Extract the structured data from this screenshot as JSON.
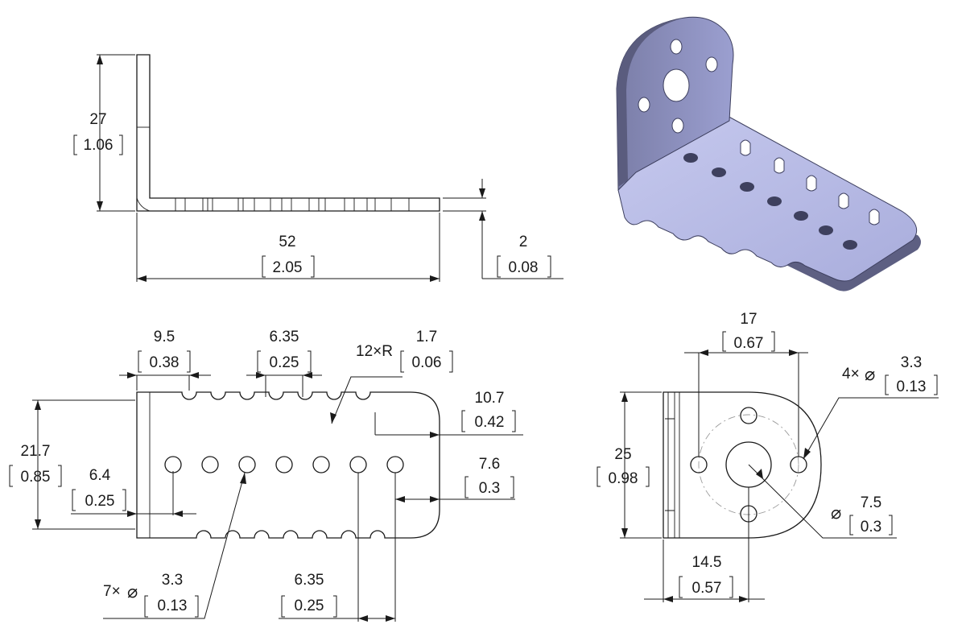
{
  "side_view": {
    "height": {
      "mm": "27",
      "in": "1.06"
    },
    "length": {
      "mm": "52",
      "in": "2.05"
    },
    "thickness": {
      "mm": "2",
      "in": "0.08"
    }
  },
  "top_view": {
    "notch_offset": {
      "mm": "9.5",
      "in": "0.38"
    },
    "notch_pitch": {
      "mm": "6.35",
      "in": "0.25"
    },
    "notch_radius": {
      "prefix": "12×R",
      "mm": "1.7",
      "in": "0.06"
    },
    "end_offset": {
      "mm": "10.7",
      "in": "0.42"
    },
    "width": {
      "mm": "21.7",
      "in": "0.85"
    },
    "hole_edge_offset": {
      "mm": "6.4",
      "in": "0.25"
    },
    "hole_end_offset": {
      "mm": "7.6",
      "in": "0.3"
    },
    "holes": {
      "prefix": "7×",
      "diameter_symbol": "⌀",
      "mm": "3.3",
      "in": "0.13"
    },
    "hole_pitch": {
      "mm": "6.35",
      "in": "0.25"
    }
  },
  "end_view": {
    "hole_spacing": {
      "mm": "17",
      "in": "0.67"
    },
    "mount_holes": {
      "prefix": "4×",
      "diameter_symbol": "⌀",
      "mm": "3.3",
      "in": "0.13"
    },
    "height": {
      "mm": "25",
      "in": "0.98"
    },
    "center_hole": {
      "diameter_symbol": "⌀",
      "mm": "7.5",
      "in": "0.3"
    },
    "center_offset": {
      "mm": "14.5",
      "in": "0.57"
    }
  },
  "colors": {
    "line": "#1a1a1a",
    "part_face": "#b9bde6",
    "part_side": "#6a6c8e"
  }
}
